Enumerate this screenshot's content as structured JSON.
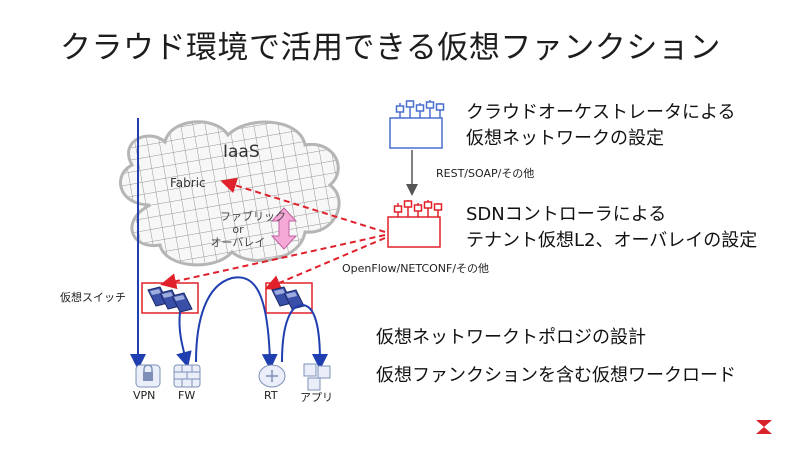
{
  "title": "クラウド環境で活用できる仮想ファンクション",
  "orchestrator": {
    "line1": "クラウドオーケストレータによる",
    "line2": "仮想ネットワークの設定"
  },
  "api_label": "REST/SOAP/その他",
  "sdn": {
    "line1": "SDNコントローラによる",
    "line2": "テナント仮想L2、オーバレイの設定"
  },
  "southbound_label": "OpenFlow/NETCONF/その他",
  "cloud": {
    "iaas": "IaaS",
    "fabric": "Fabric",
    "overlay_line1": "ファブリック",
    "overlay_line2": "or",
    "overlay_line3": "オーバレイ"
  },
  "vswitch_label": "仮想スイッチ",
  "workloads": [
    "VPN",
    "FW",
    "RT",
    "アプリ"
  ],
  "bullets": [
    "仮想ネットワークトポロジの設計",
    "仮想ファンクションを含む仮想ワークロード"
  ],
  "colors": {
    "blue": "#1f3fb0",
    "red": "#e0202a",
    "pink": "#f4a9d6",
    "gray": "#999999"
  },
  "icons": [
    "controller-icon",
    "vswitch-icon",
    "vpn-icon",
    "firewall-icon",
    "router-icon",
    "app-icon",
    "brocade-logo-icon"
  ]
}
